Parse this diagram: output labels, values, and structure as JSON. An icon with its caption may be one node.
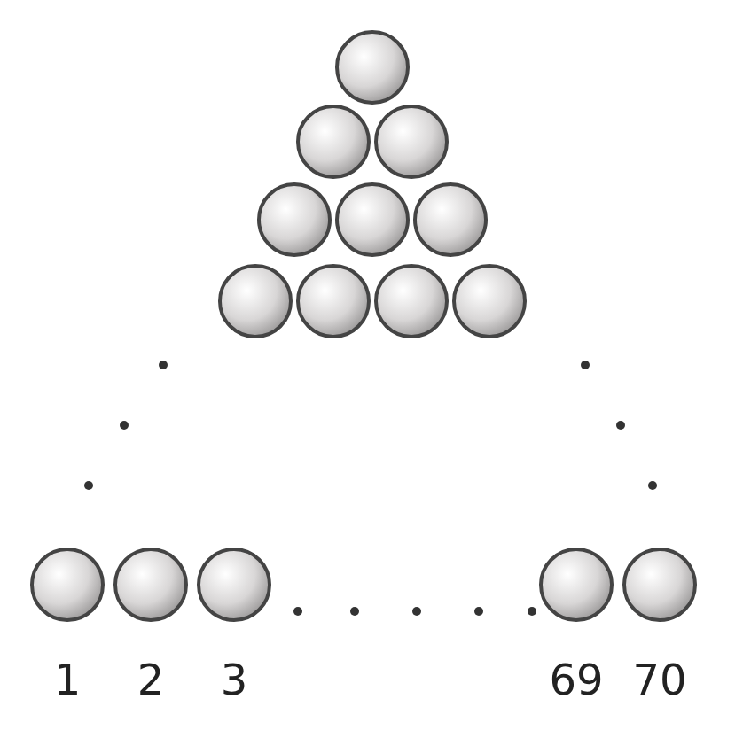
{
  "diagram": {
    "labels": [
      "1",
      "2",
      "3",
      "69",
      "70"
    ]
  }
}
